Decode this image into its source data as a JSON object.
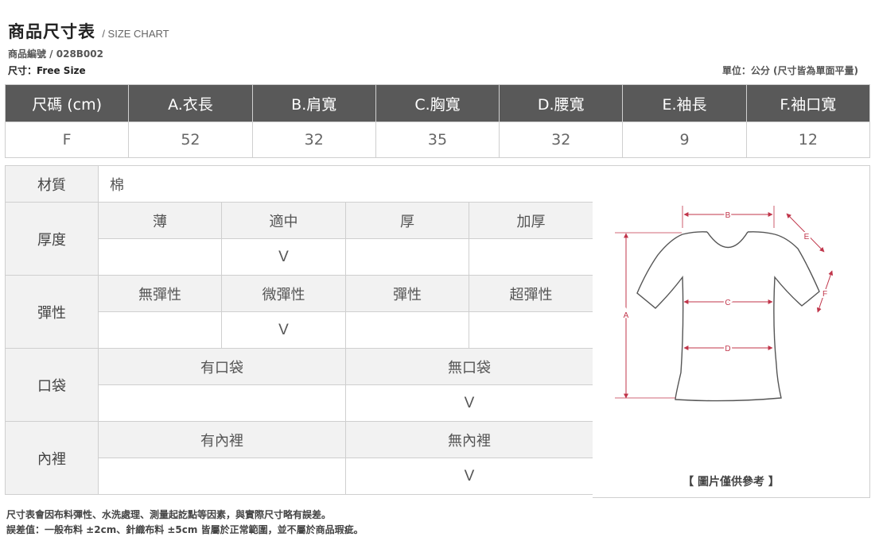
{
  "header": {
    "title": "商品尺寸表",
    "subtitle": "/ SIZE CHART",
    "product_no": "商品編號 / 028B002",
    "size": "尺寸：Free Size",
    "unit": "單位：公分 (尺寸皆為單面平量)"
  },
  "size_table": {
    "headers": [
      "尺碼 (cm)",
      "A.衣長",
      "B.肩寬",
      "C.胸寬",
      "D.腰寬",
      "E.袖長",
      "F.袖口寬"
    ],
    "row": [
      "F",
      "52",
      "32",
      "35",
      "32",
      "9",
      "12"
    ]
  },
  "details": {
    "material": {
      "label": "材質",
      "value": "棉"
    },
    "thickness": {
      "label": "厚度",
      "options": [
        "薄",
        "適中",
        "厚",
        "加厚"
      ],
      "marks": [
        "",
        "V",
        "",
        ""
      ]
    },
    "elasticity": {
      "label": "彈性",
      "options": [
        "無彈性",
        "微彈性",
        "彈性",
        "超彈性"
      ],
      "marks": [
        "",
        "V",
        "",
        ""
      ]
    },
    "pocket": {
      "label": "口袋",
      "options": [
        "有口袋",
        "無口袋"
      ],
      "marks": [
        "",
        "V"
      ]
    },
    "lining": {
      "label": "內裡",
      "options": [
        "有內裡",
        "無內裡"
      ],
      "marks": [
        "",
        "V"
      ]
    }
  },
  "diagram": {
    "labels": {
      "a": "A",
      "b": "B",
      "c": "C",
      "d": "D",
      "e": "E",
      "f": "F"
    },
    "note": "【 圖片僅供參考 】",
    "colors": {
      "line": "#c0354a",
      "garment": "#555555"
    }
  },
  "notes": [
    "尺寸表會因布料彈性、水洗處理、測量起訖點等因素，與實際尺寸略有誤差。",
    "誤差值：一般布料 ±2cm、針織布料 ±5cm 皆屬於正常範圍，並不屬於商品瑕疵。"
  ]
}
